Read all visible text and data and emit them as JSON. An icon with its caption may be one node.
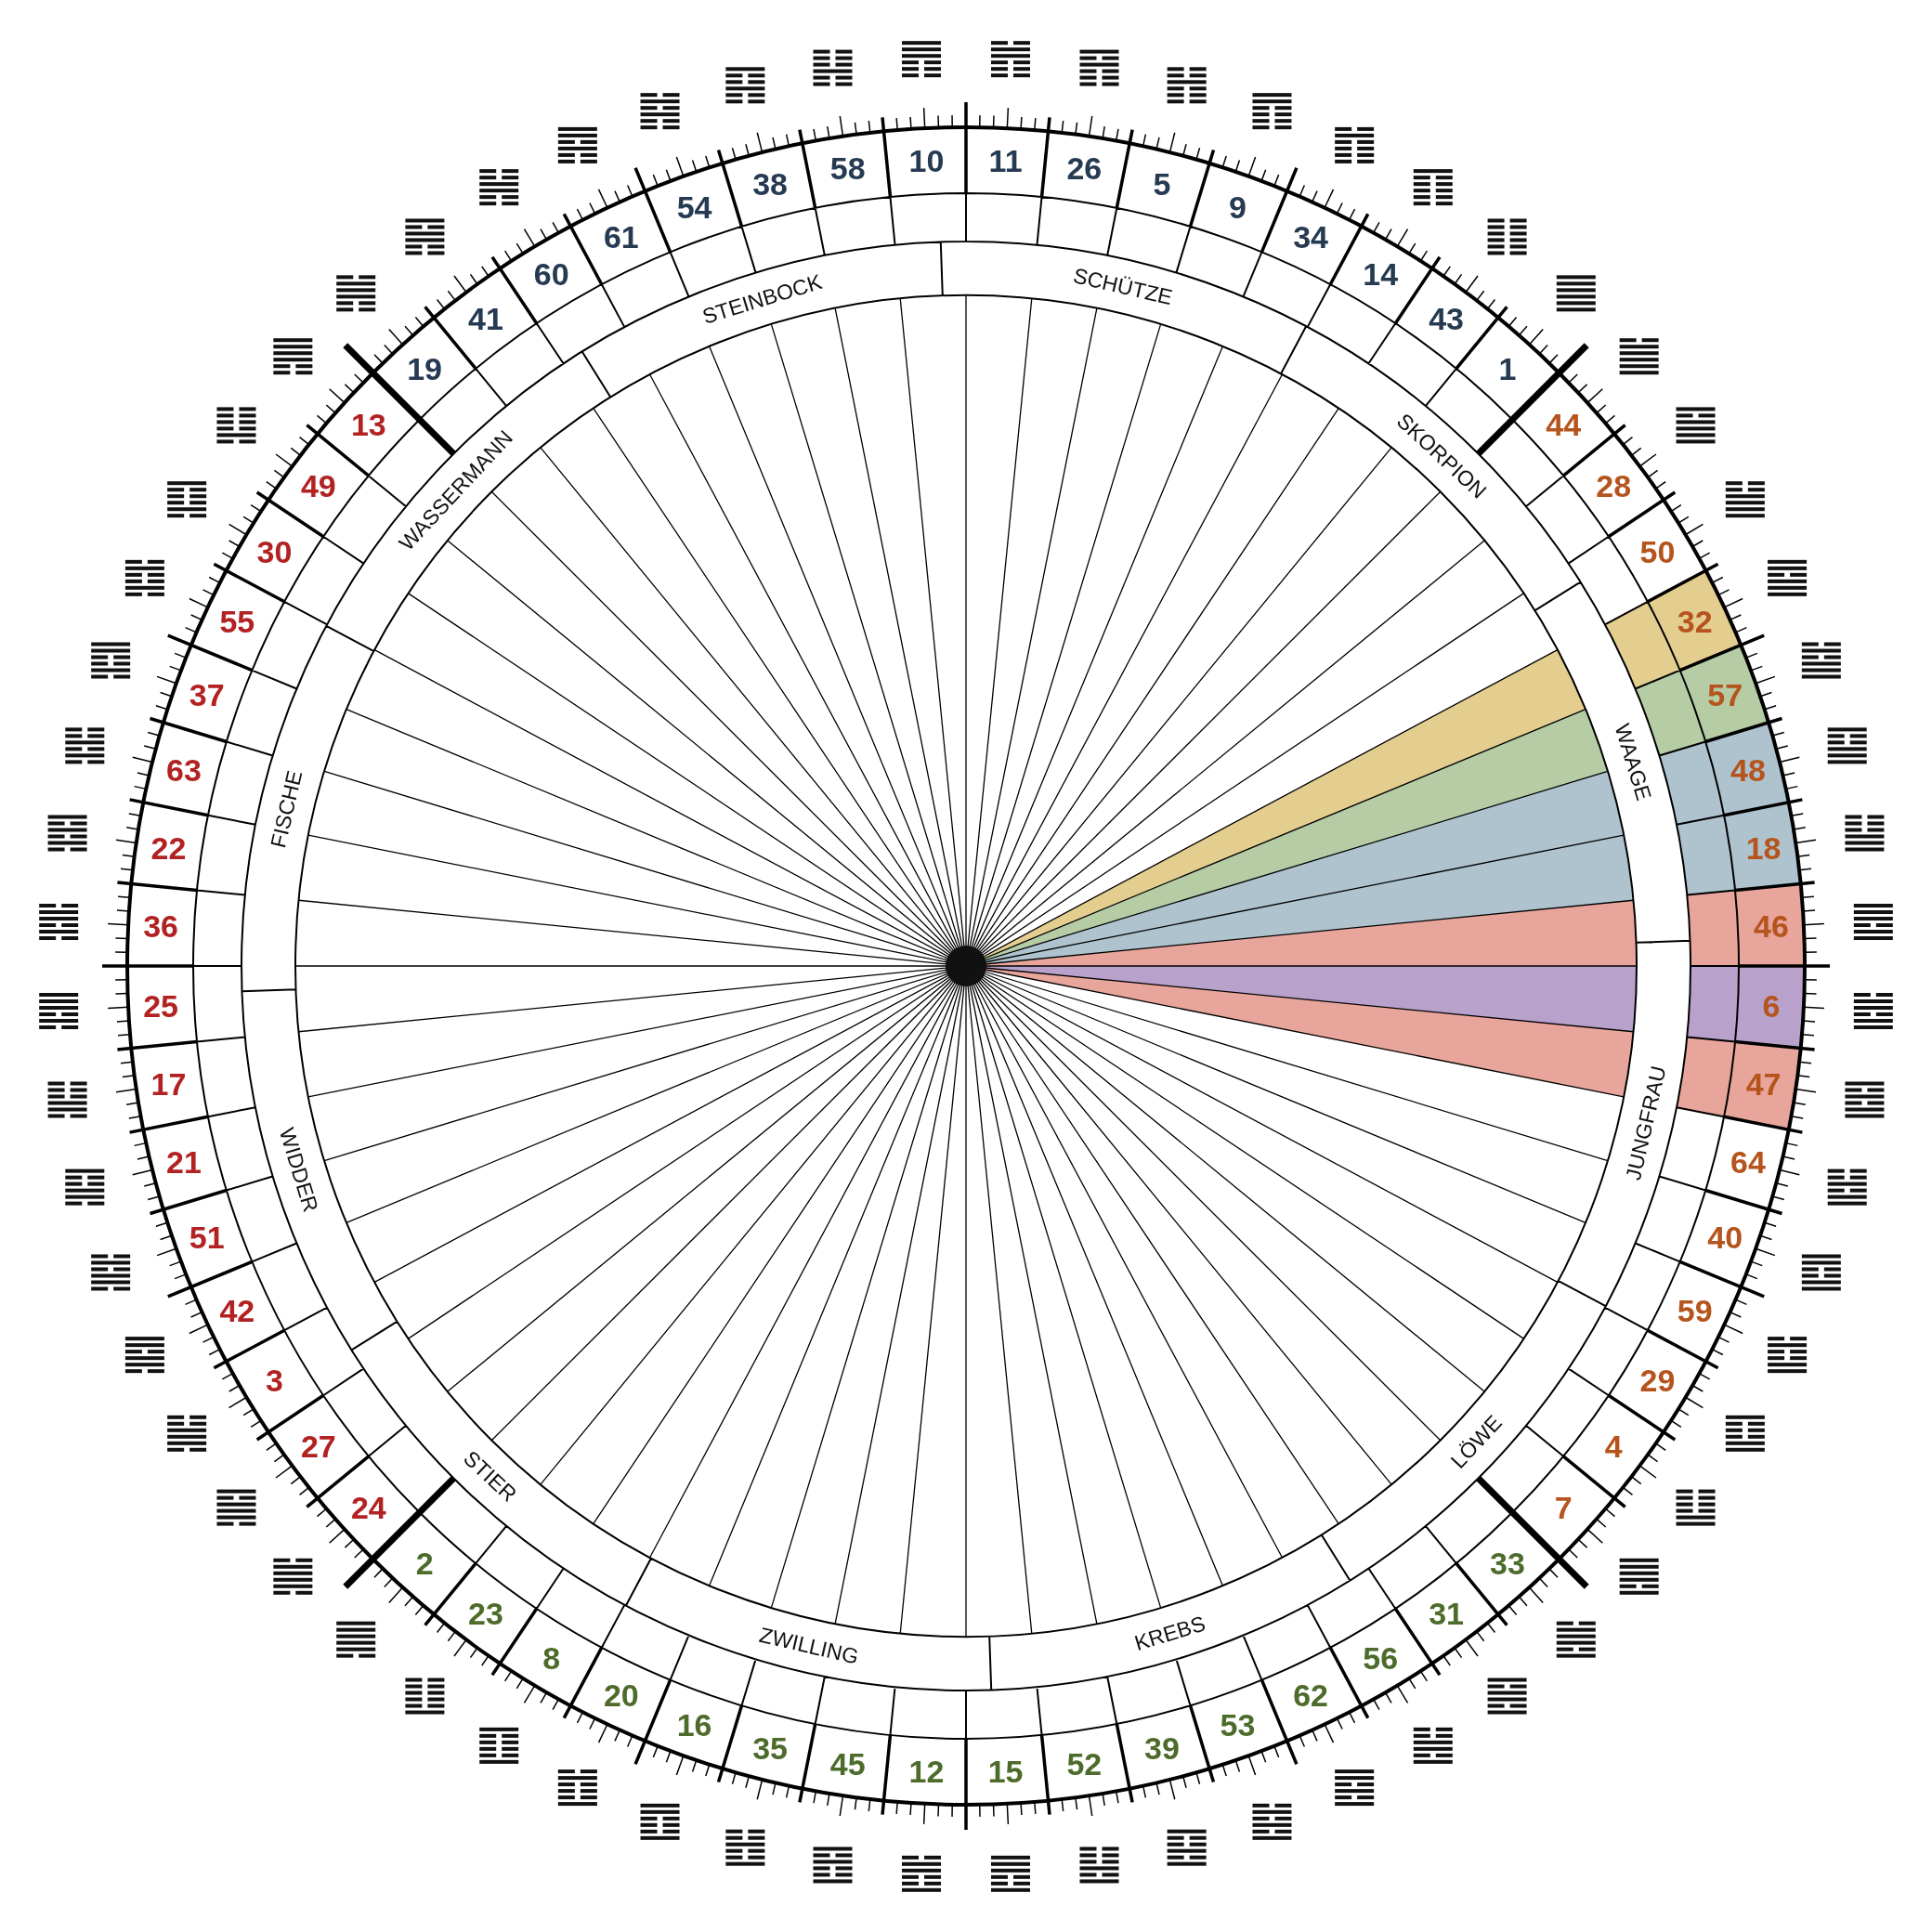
{
  "diagram": {
    "labels": [
      "11",
      "26",
      "5",
      "9",
      "34",
      "14",
      "43",
      "1",
      "44",
      "28",
      "50",
      "32",
      "57",
      "48",
      "18",
      "46",
      "6",
      "47",
      "64",
      "40",
      "59",
      "29",
      "4",
      "7",
      "33",
      "31",
      "56",
      "62",
      "53",
      "39",
      "52",
      "15",
      "12",
      "45",
      "35",
      "16",
      "20",
      "8",
      "23",
      "2",
      "24",
      "27",
      "3",
      "42",
      "51",
      "21",
      "17",
      "25",
      "36",
      "22",
      "63",
      "37",
      "55",
      "30",
      "49",
      "13",
      "19",
      "41",
      "60",
      "61",
      "54",
      "38",
      "58",
      "10",
      "SCHÜTZE",
      "SKORPION",
      "WAAGE",
      "JUNGFRAU",
      "LÖWE",
      "KREBS",
      "ZWILLING",
      "STIER",
      "WIDDER",
      "FISCHE",
      "WASSERMANN",
      "STEINBOCK"
    ]
  }
}
